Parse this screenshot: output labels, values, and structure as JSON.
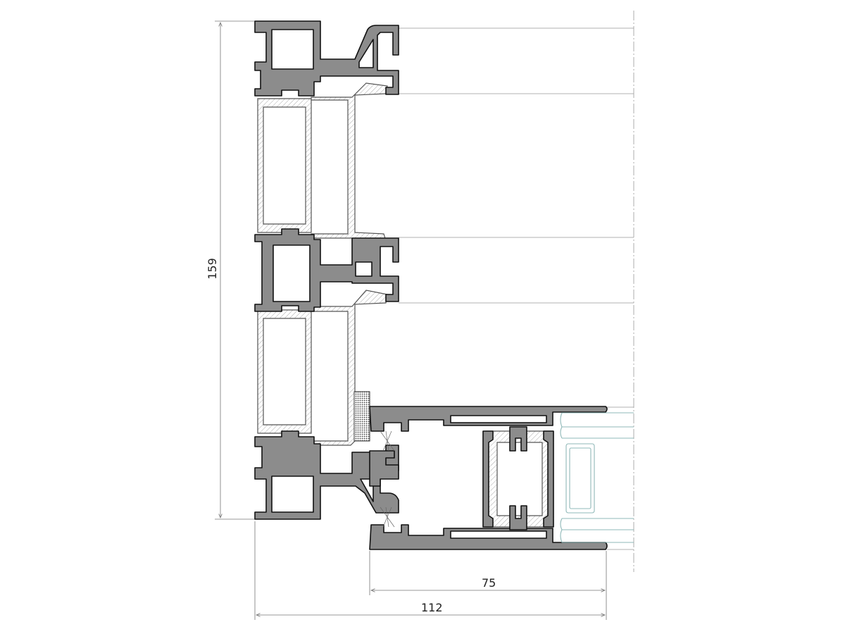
{
  "dimensions": {
    "height_label": "159",
    "sash_width_label": "75",
    "total_width_label": "112"
  },
  "colors": {
    "aluminium": "#8c8c8c",
    "outline": "#111111",
    "glass": "#8fb8b8",
    "dimension_line": "#777777"
  }
}
